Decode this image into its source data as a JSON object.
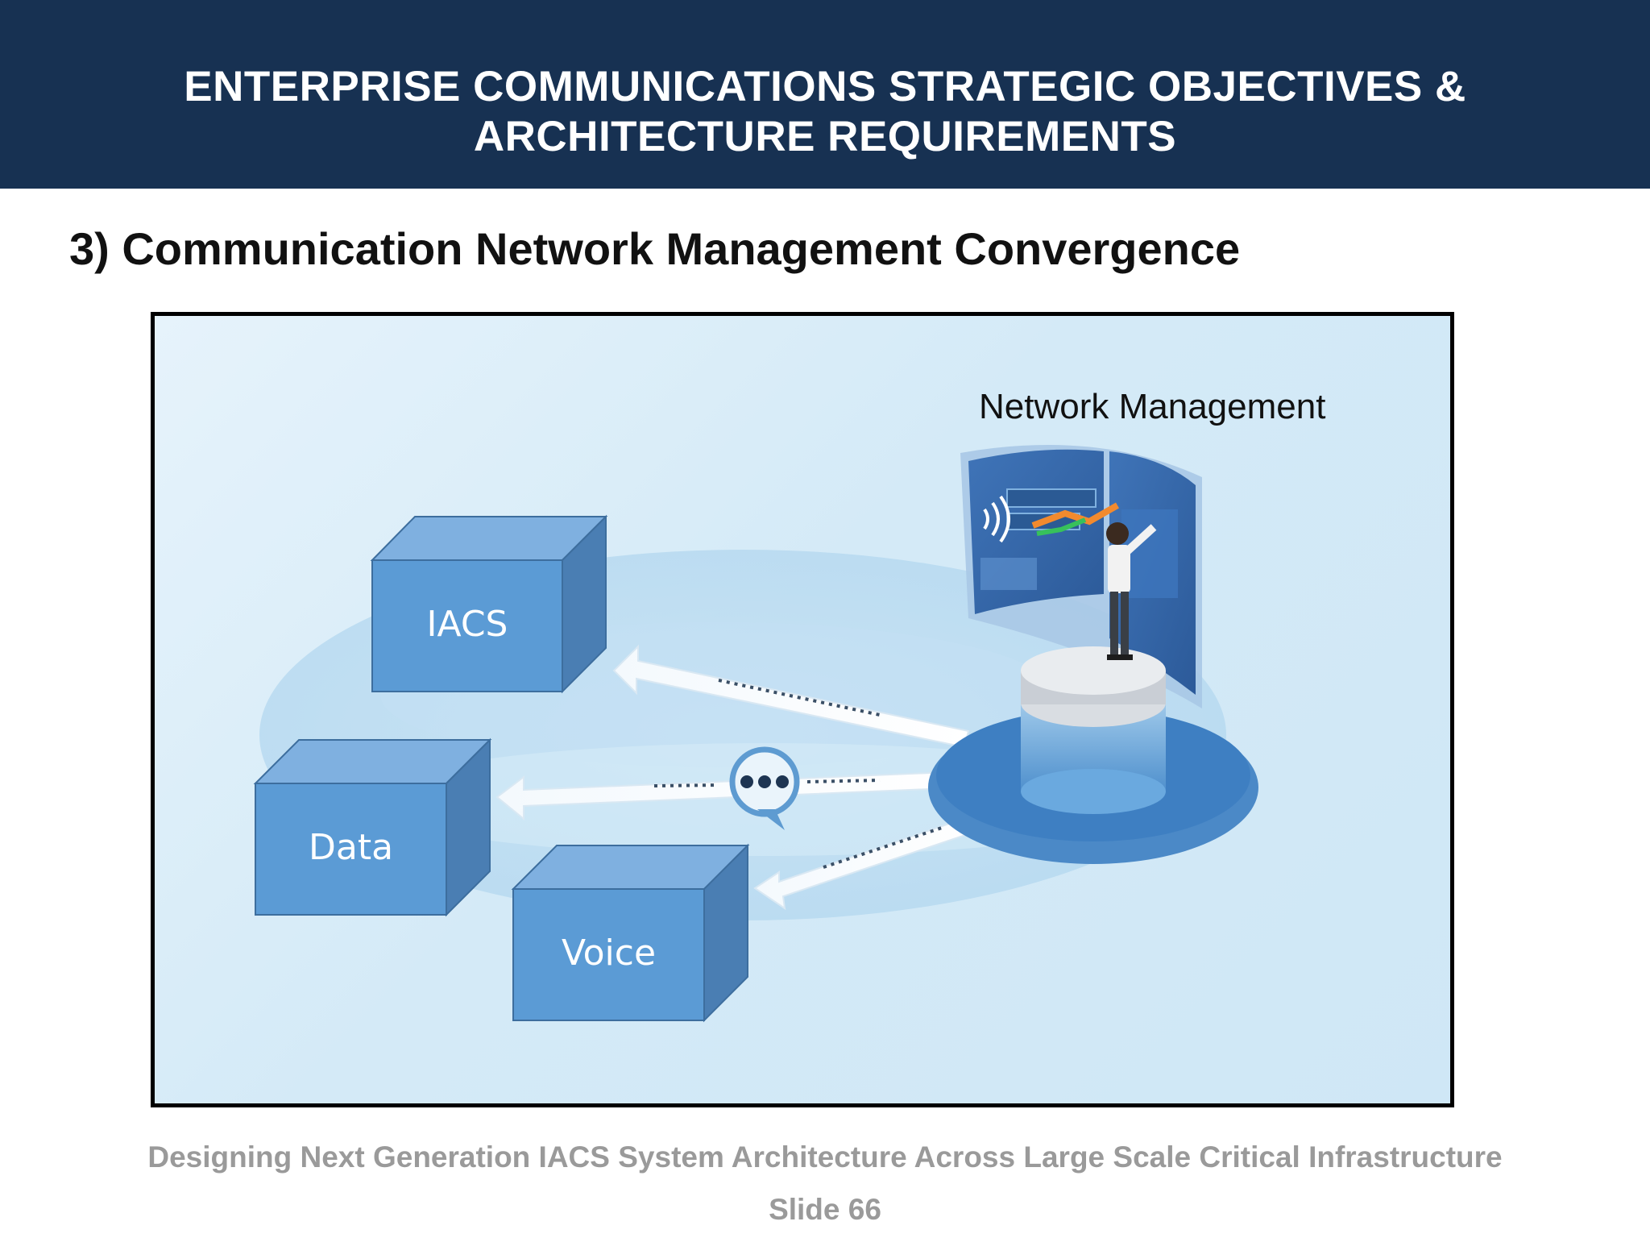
{
  "header": {
    "title_line1": "ENTERPRISE COMMUNICATIONS STRATEGIC OBJECTIVES &",
    "title_line2": "ARCHITECTURE REQUIREMENTS"
  },
  "subtitle": "3) Communication Network Management Convergence",
  "diagram": {
    "network_management_label": "Network Management",
    "boxes": {
      "iacs": "IACS",
      "data": "Data",
      "voice": "Voice"
    },
    "colors": {
      "box_front": "#5b9bd5",
      "box_top": "#7fb0e0",
      "box_side": "#4a7eb3",
      "background": "#d4eaf7"
    }
  },
  "footer": {
    "course_title": "Designing Next Generation IACS System Architecture Across Large Scale Critical Infrastructure",
    "slide_number": "Slide 66"
  }
}
